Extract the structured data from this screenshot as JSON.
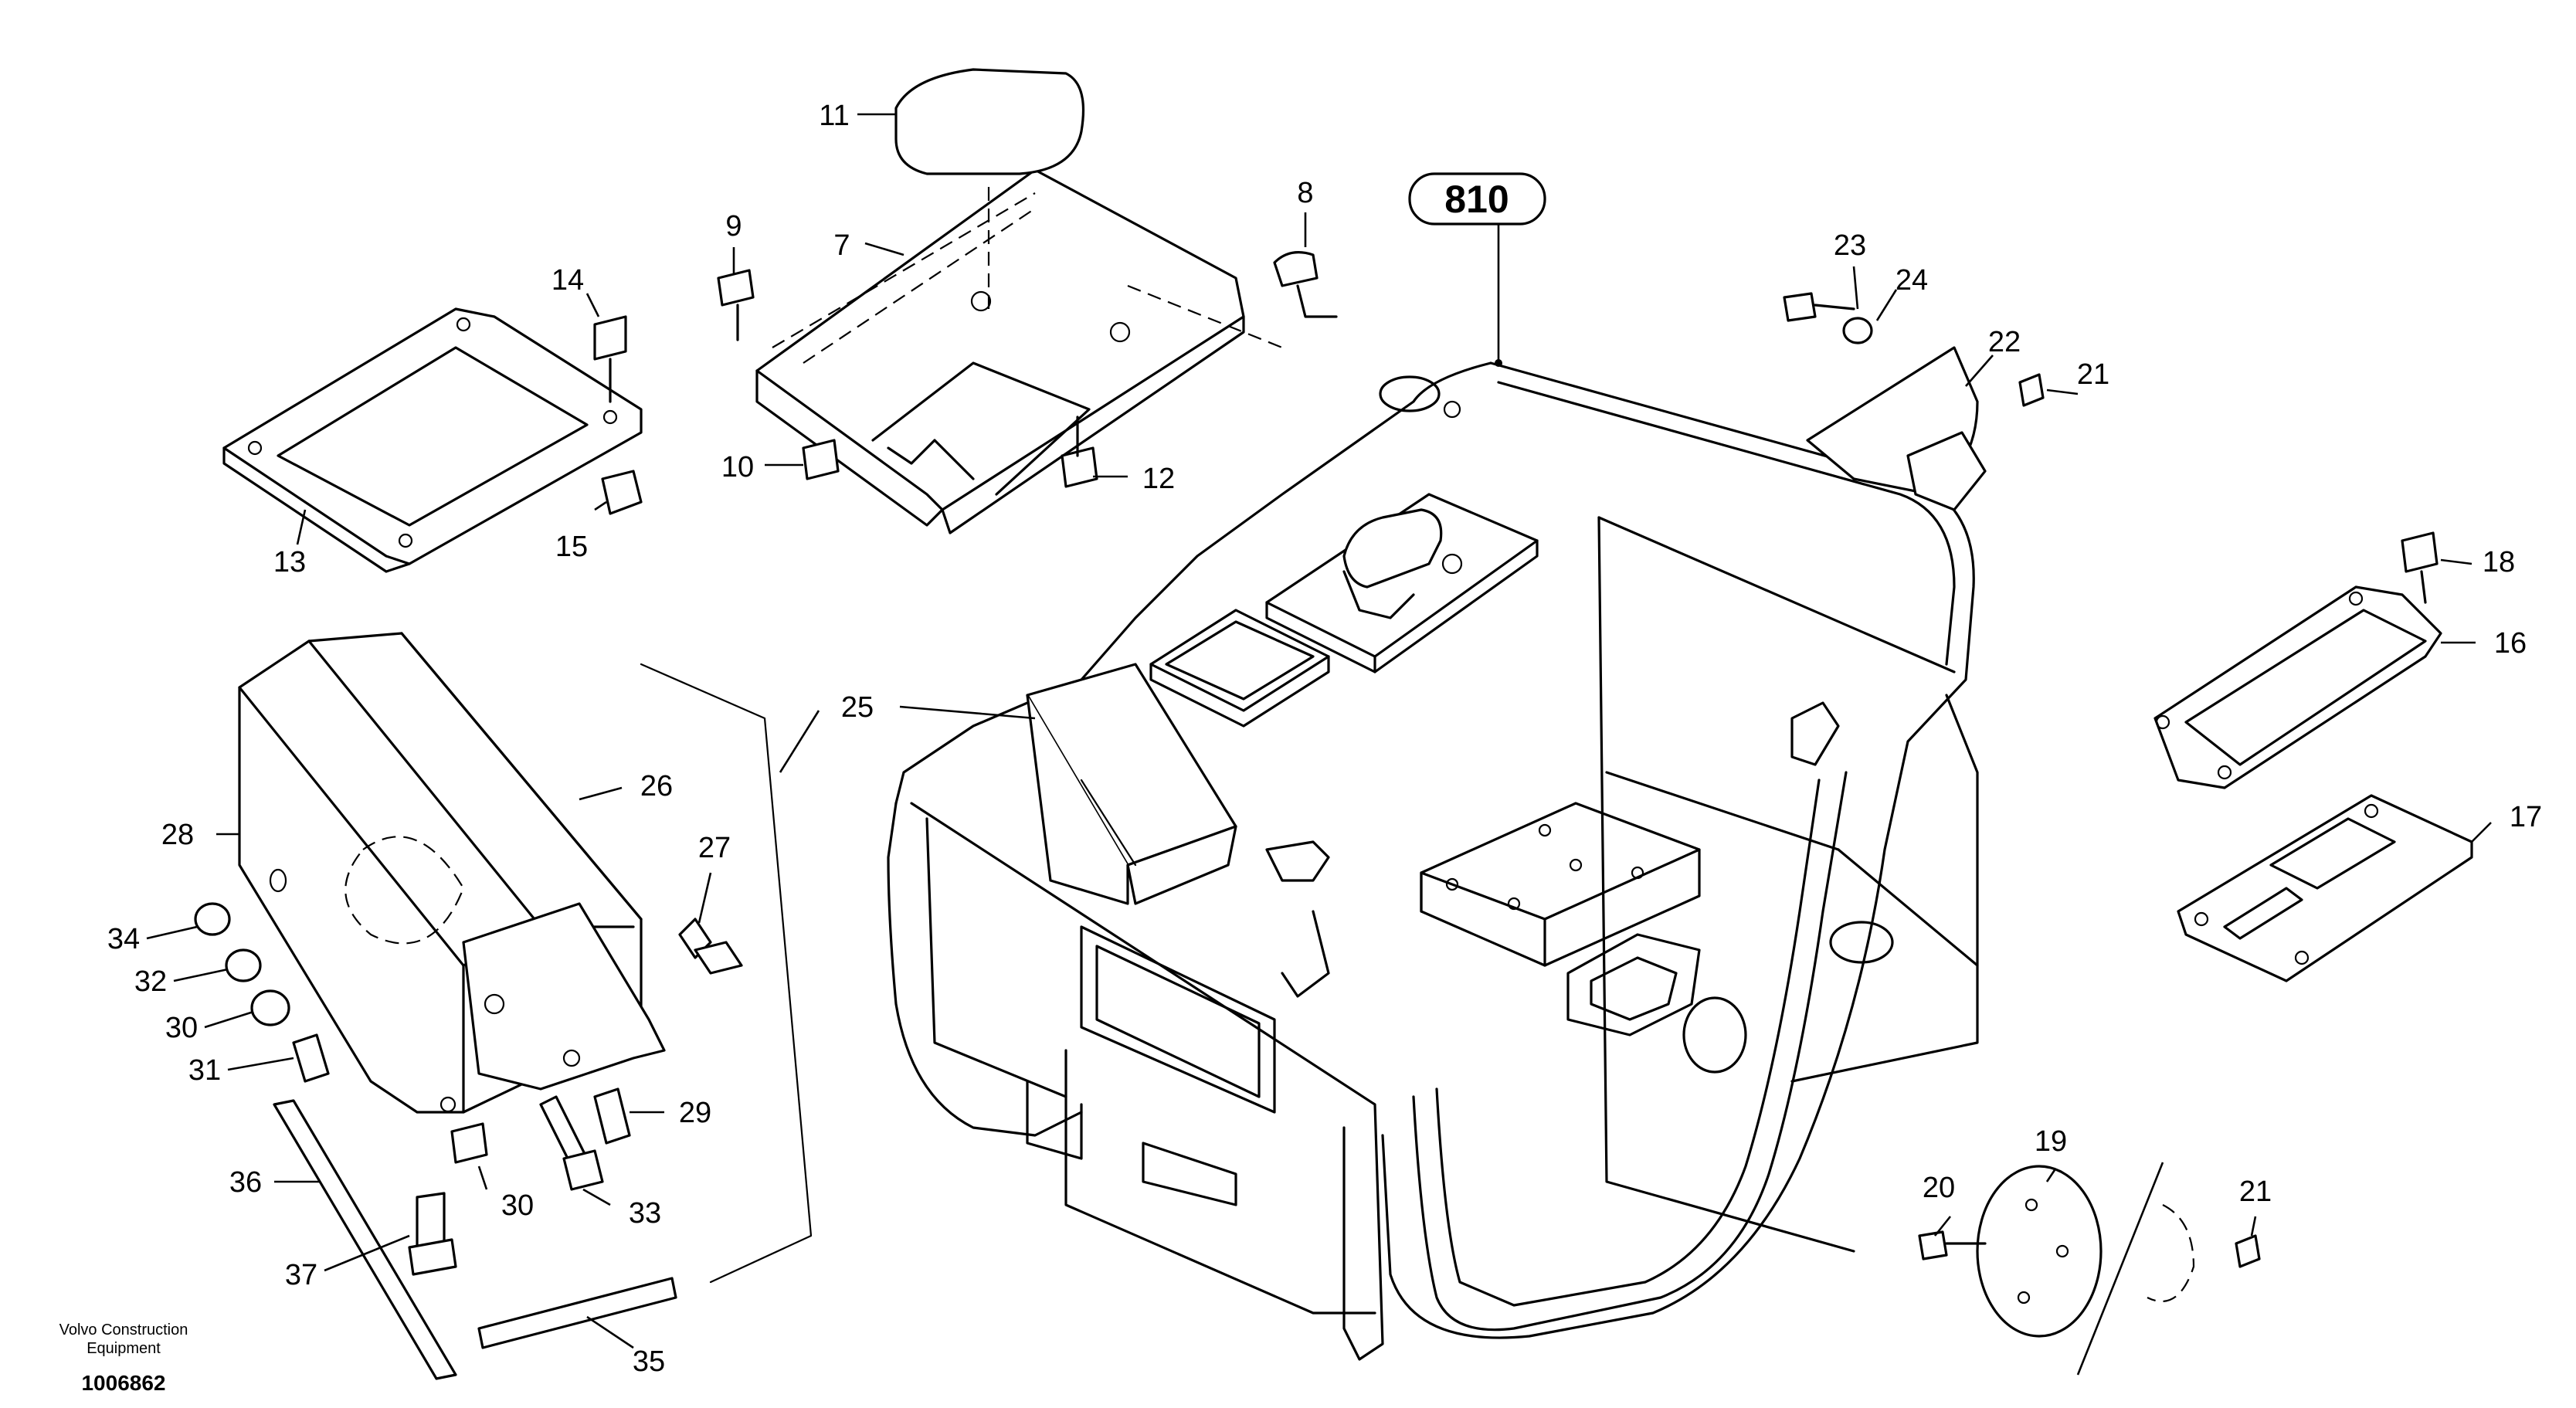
{
  "reference": {
    "label": "810"
  },
  "footer": {
    "brand_line1": "Volvo Construction",
    "brand_line2": "Equipment",
    "document_number": "1006862"
  },
  "callouts": {
    "c7": "7",
    "c8": "8",
    "c9": "9",
    "c10": "10",
    "c11": "11",
    "c12": "12",
    "c13": "13",
    "c14": "14",
    "c15": "15",
    "c16": "16",
    "c17": "17",
    "c18": "18",
    "c19": "19",
    "c20": "20",
    "c21a": "21",
    "c21b": "21",
    "c22": "22",
    "c23": "23",
    "c24": "24",
    "c25": "25",
    "c26": "26",
    "c27": "27",
    "c28": "28",
    "c29": "29",
    "c30a": "30",
    "c30b": "30",
    "c31": "31",
    "c32": "32",
    "c33": "33",
    "c34": "34",
    "c35": "35",
    "c36": "36",
    "c37": "37"
  }
}
